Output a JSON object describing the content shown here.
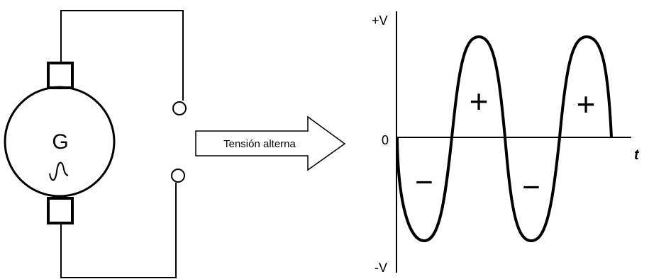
{
  "generator": {
    "symbol_letter": "G",
    "symbol_icon": "ac-sine-icon"
  },
  "arrow": {
    "label": "Tensión alterna",
    "icon": "right-arrow-icon"
  },
  "graph": {
    "y_top_label": "+V",
    "y_zero_label": "0",
    "y_bottom_label": "-V",
    "x_axis_label": "t",
    "signs": [
      "−",
      "+",
      "−",
      "+"
    ]
  },
  "colors": {
    "ink": "#000000",
    "background": "#ffffff"
  }
}
